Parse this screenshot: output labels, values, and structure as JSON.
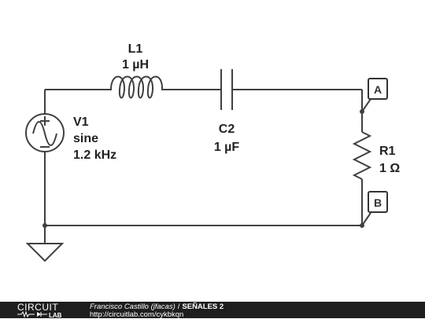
{
  "components": {
    "inductor": {
      "name": "L1",
      "value": "1 µH"
    },
    "capacitor": {
      "name": "C2",
      "value": "1 µF"
    },
    "source": {
      "name": "V1",
      "type": "sine",
      "frequency": "1.2 kHz"
    },
    "resistor": {
      "name": "R1",
      "value": "1 Ω"
    }
  },
  "probes": {
    "a": "A",
    "b": "B"
  },
  "footer": {
    "logo_top": "CIRCUIT",
    "logo_bottom": "LAB",
    "author": "Francisco Castillo (jfacas)",
    "separator": "/",
    "project": "SEÑALES 2",
    "url": "http://circuitlab.com/cykbkqn"
  }
}
